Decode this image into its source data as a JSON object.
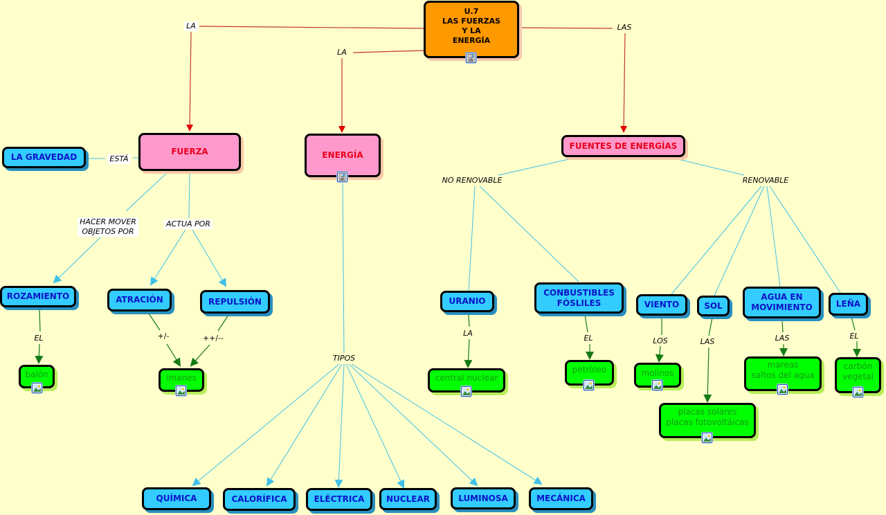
{
  "colors": {
    "background": "#ffffcc",
    "main_node": "#ff9900",
    "category_node": "#ff99cc",
    "category_text": "#e8001a",
    "concept_node": "#33ccff",
    "concept_text": "#0a14c8",
    "example_node": "#00ff00",
    "example_text": "#159a15",
    "link_red": "#cc1111",
    "link_cyan": "#40c0e8",
    "link_green": "#157a15"
  },
  "nodes": {
    "main": "U.7\nLAS FUERZAS\nY  LA\nENERGÍA",
    "fuerza": "FUERZA",
    "energia": "ENERGÍA",
    "fuentes": "FUENTES DE ENERGÍAS",
    "gravedad": "LA GRAVEDAD",
    "rozamiento": "ROZAMIENTO",
    "atraccion": "ATRACIÓN",
    "repulsion": "REPULSIÓN",
    "balon": "balón",
    "imanes": "imanes",
    "uranio": "URANIO",
    "combustibles": "CONBUSTIBLES\nFÓSLILES",
    "central": "central nuclear",
    "petroleo": "petròleo",
    "viento": "VIENTO",
    "sol": "SOL",
    "agua": "AGUA EN\nMOVIMIENTO",
    "lena": "LEÑA",
    "molinos": "molinos",
    "placas": "placas solares\nplacas fotovoltáicas",
    "mareas": "mareas\nsaltos del agua",
    "carbon": "carbón\nvegetal",
    "quimica": "QUÍMICA",
    "calorifica": "CALORÍFICA",
    "electrica": "ELÉCTRICA",
    "nuclear": "NUCLEAR",
    "luminosa": "LUMINOSA",
    "mecanica": "MECÁNICA"
  },
  "link_labels": {
    "la_fuerza": "LA",
    "la_energia": "LA",
    "las_fuentes": "LAS",
    "esta": "ESTÁ",
    "hacer_mover": "HACER MOVER\nOBJETOS POR",
    "actua_por": "ACTUA POR",
    "el_balon": "EL",
    "plus_minus": "+/-",
    "plusplus_minusminus": "++/--",
    "tipos": "TIPOS",
    "no_renovable": "NO RENOVABLE",
    "renovable": "RENOVABLE",
    "la_central": "LA",
    "el_petroleo": "EL",
    "los_molinos": "LOS",
    "las_placas": "LAS",
    "las_mareas": "LAS",
    "el_carbon": "EL"
  },
  "icons": {
    "document": "document-resource-icon",
    "image": "image-resource-icon"
  }
}
